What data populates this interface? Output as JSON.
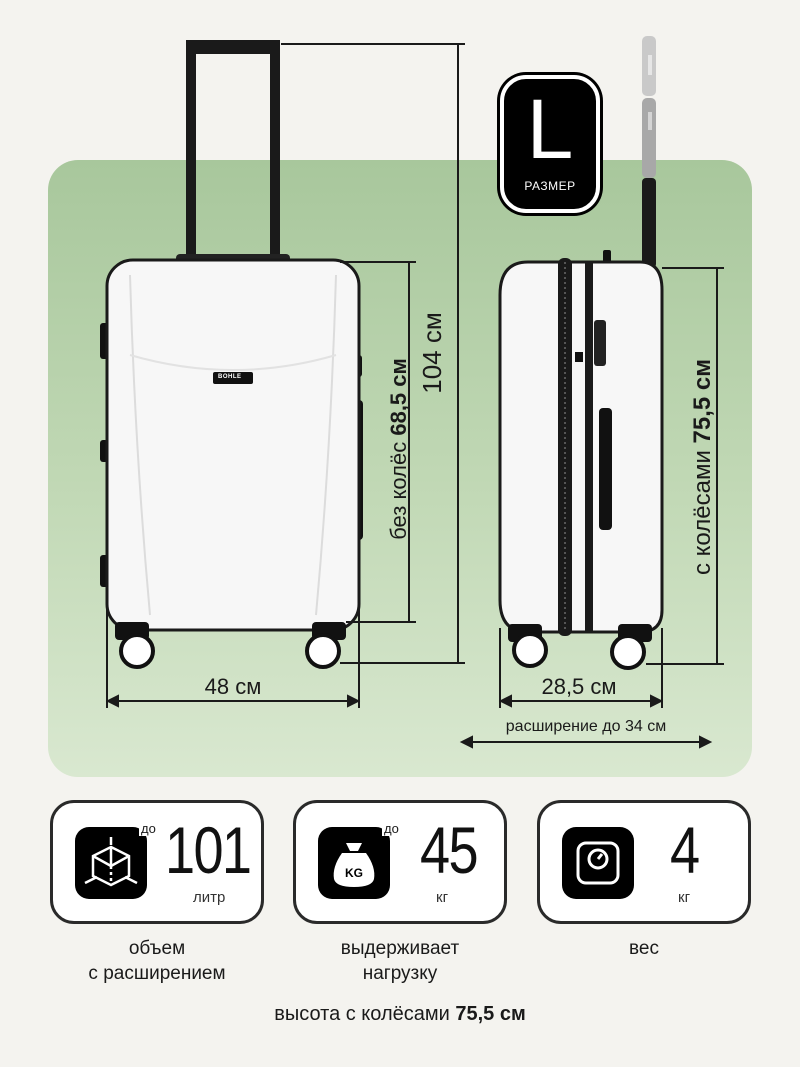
{
  "size_badge": {
    "letter": "L",
    "label": "РАЗМЕР"
  },
  "brand": {
    "logo_text": "BOHLE"
  },
  "dimensions": {
    "total_height": "104 см",
    "height_no_wheels_prefix": "без колёс",
    "height_no_wheels_value": "68,5 см",
    "width": "48 см",
    "depth": "28,5 см",
    "height_with_wheels_prefix": "с колёсами",
    "height_with_wheels_value": "75,5 см",
    "expansion_prefix": "расширение до",
    "expansion_value": "34 см"
  },
  "cards": [
    {
      "icon": "volume-cube-icon",
      "prefix": "до",
      "value": "101",
      "unit": "литр",
      "caption_line1": "объем",
      "caption_line2": "с расширением"
    },
    {
      "icon": "weight-kg-icon",
      "prefix": "до",
      "value": "45",
      "unit": "кг",
      "caption_line1": "выдерживает",
      "caption_line2": "нагрузку"
    },
    {
      "icon": "scale-icon",
      "prefix": "",
      "value": "4",
      "unit": "кг",
      "caption_line1": "вес",
      "caption_line2": ""
    }
  ],
  "footer": {
    "prefix": "высота с колёсами",
    "value": "75,5 см"
  },
  "colors": {
    "panel": "#b5d0a8",
    "badge": "#000000",
    "suitcase": "#f6f6f6",
    "text": "#1a1a1a"
  }
}
